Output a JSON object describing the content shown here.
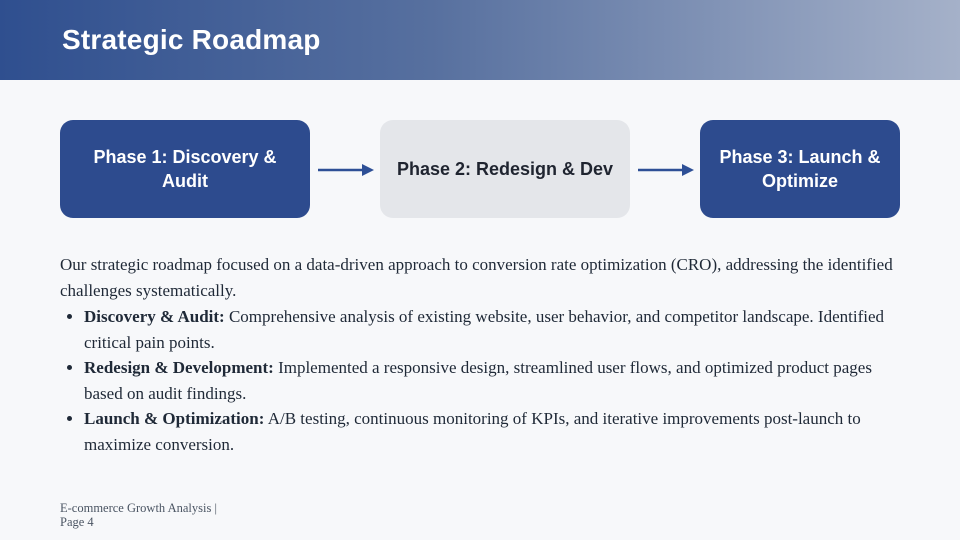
{
  "slide": {
    "title": "Strategic Roadmap",
    "footer": {
      "line1": "E-commerce Growth Analysis |",
      "line2": "Page 4"
    }
  },
  "roadmap": {
    "phases": [
      {
        "label": "Phase 1: Discovery & Audit",
        "style": "primary"
      },
      {
        "label": "Phase 2: Redesign & Dev",
        "style": "secondary"
      },
      {
        "label": "Phase 3: Launch & Optimize",
        "style": "primary"
      }
    ]
  },
  "body": {
    "intro": "Our strategic roadmap focused on a data-driven approach to conversion rate optimization (CRO), addressing the identified challenges systematically.",
    "bullets": [
      {
        "lead": "Discovery & Audit:",
        "text": " Comprehensive analysis of existing website, user behavior, and competitor landscape. Identified critical pain points."
      },
      {
        "lead": "Redesign & Development:",
        "text": " Implemented a responsive design, streamlined user flows, and optimized product pages based on audit findings."
      },
      {
        "lead": "Launch & Optimization:",
        "text": " A/B testing, continuous monitoring of KPIs, and iterative improvements post-launch to maximize conversion."
      }
    ]
  },
  "colors": {
    "header_gradient_start": "#2f4f8f",
    "header_gradient_end": "#a5b1c9",
    "phase_primary_bg": "#2d4b8e",
    "phase_primary_text": "#ffffff",
    "phase_secondary_bg": "#e4e6ea",
    "phase_secondary_text": "#1f2430",
    "arrow": "#2e4f96",
    "page_bg": "#f7f8fa",
    "body_text": "#1f2937",
    "footer_text": "#4b5563"
  }
}
